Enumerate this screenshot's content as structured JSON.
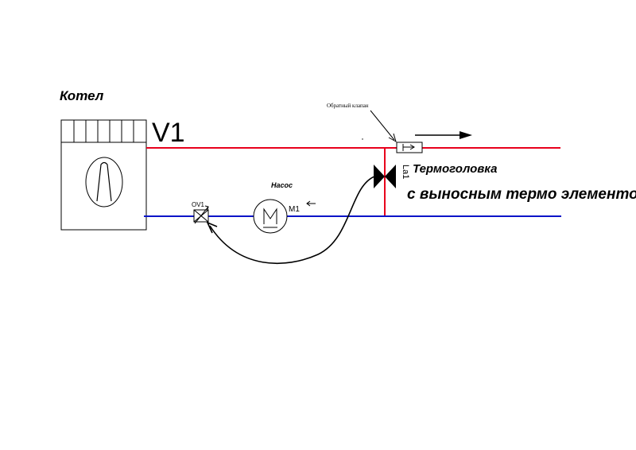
{
  "labels": {
    "boiler": "Котел",
    "v1": "V1",
    "check_valve": "Обратный клапан",
    "ov1": "OV1",
    "pump": "Насос",
    "m1": "M1",
    "la1": "La1",
    "thermo_line1": "Термоголовка",
    "thermo_line2": "с выносным термо элементом"
  },
  "colors": {
    "supply_pipe": "#e8001c",
    "return_pipe": "#0a14c8",
    "outline": "#000000"
  },
  "icons": {
    "boiler": "boiler-icon",
    "pump": "pump-icon",
    "thermo_valve": "thermostatic-valve-icon",
    "check_valve": "check-valve-icon",
    "balancing_valve": "balancing-valve-icon",
    "flow_arrow": "flow-arrow-icon"
  }
}
